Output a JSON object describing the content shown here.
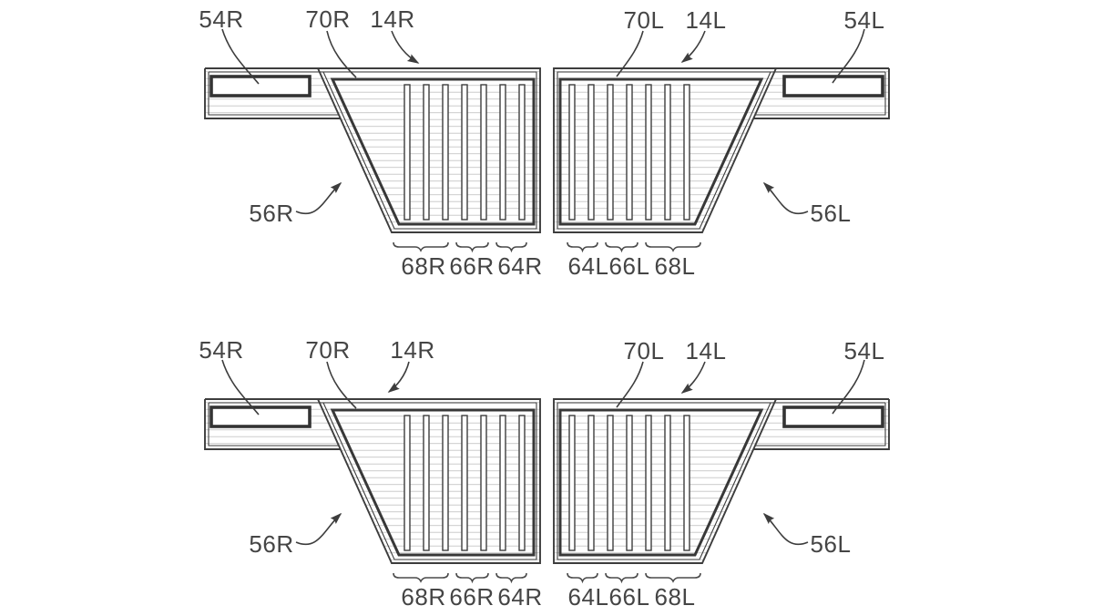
{
  "document": {
    "type": "patent-figure-sheet",
    "description": "Two identical patent line drawings, one above the other, each showing a mirrored pair of trapezoidal slatted panels with side bands",
    "background": "#ffffff"
  },
  "colors": {
    "line": "#3d3d3d",
    "inner_frame": "#383838",
    "hatch": "#c7c7c7",
    "label_text": "#454545"
  },
  "figures": [
    {
      "name": "upper-figure",
      "callouts": {
        "band_right": "54R",
        "frame_right": "70R",
        "panel_right": "14R",
        "body_right": "56R",
        "frame_left": "70L",
        "panel_left": "14L",
        "band_left": "54L",
        "body_left": "56L"
      },
      "slat_groups_right": [
        "68R",
        "66R",
        "64R"
      ],
      "slat_groups_left": [
        "64L",
        "66L",
        "68L"
      ]
    },
    {
      "name": "lower-figure",
      "callouts": {
        "band_right": "54R",
        "frame_right": "70R",
        "panel_right": "14R",
        "body_right": "56R",
        "frame_left": "70L",
        "panel_left": "14L",
        "band_left": "54L",
        "body_left": "56L"
      },
      "slat_groups_right": [
        "68R",
        "66R",
        "64R"
      ],
      "slat_groups_left": [
        "64L",
        "66L",
        "68L"
      ]
    }
  ]
}
